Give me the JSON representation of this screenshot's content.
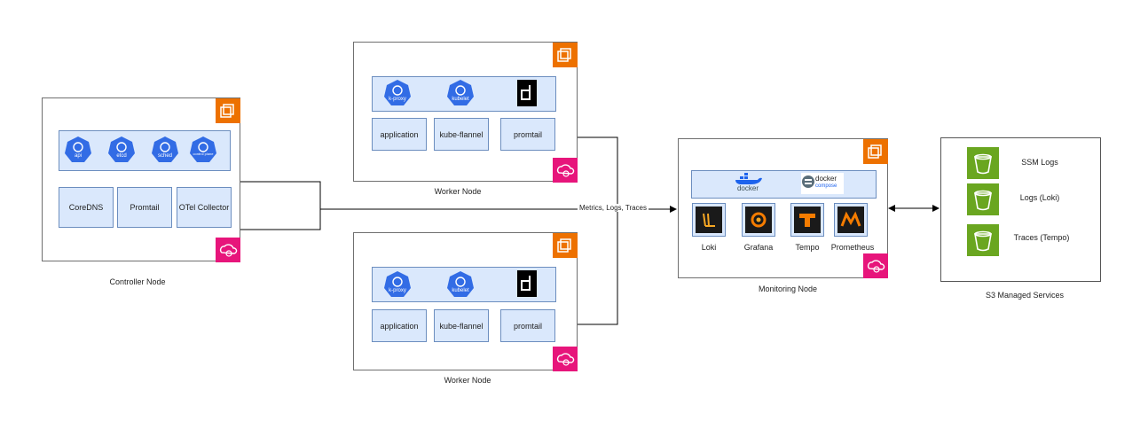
{
  "controller": {
    "caption": "Controller Node",
    "k8s_icons": [
      "api",
      "etcd",
      "sched",
      "control plane"
    ],
    "components": [
      "CoreDNS",
      "Promtail",
      "OTel Collector"
    ]
  },
  "worker_top": {
    "caption": "Worker Node",
    "k8s_icons": [
      "k-proxy",
      "kubelet"
    ],
    "components": [
      "application",
      "kube-flannel",
      "promtail"
    ]
  },
  "worker_bottom": {
    "caption": "Worker Node",
    "k8s_icons": [
      "k-proxy",
      "kubelet"
    ],
    "components": [
      "application",
      "kube-flannel",
      "promtail"
    ]
  },
  "edge_label": "Metrics, Logs, Traces",
  "monitoring": {
    "caption": "Monitoring Node",
    "docker_label": "docker",
    "compose_label": "docker",
    "compose_sub": "compose",
    "tools": [
      "Loki",
      "Grafana",
      "Tempo",
      "Prometheus"
    ]
  },
  "s3": {
    "caption": "S3 Managed Services",
    "buckets": [
      "SSM Logs",
      "Logs (Loki)",
      "Traces (Tempo)"
    ]
  },
  "colors": {
    "ec2_badge": "#ed7100",
    "cloud_badge": "#e7157b",
    "k8s_blue": "#326ce5",
    "component_fill": "#dae8fc",
    "component_stroke": "#6c8ebf",
    "bucket_green": "#6aa620"
  },
  "icons": [
    "ec2-instance-icon",
    "cloud-management-icon",
    "kubernetes-icon",
    "docker-icon",
    "s3-bucket-icon",
    "loki-icon",
    "grafana-icon",
    "tempo-icon",
    "prometheus-icon"
  ]
}
